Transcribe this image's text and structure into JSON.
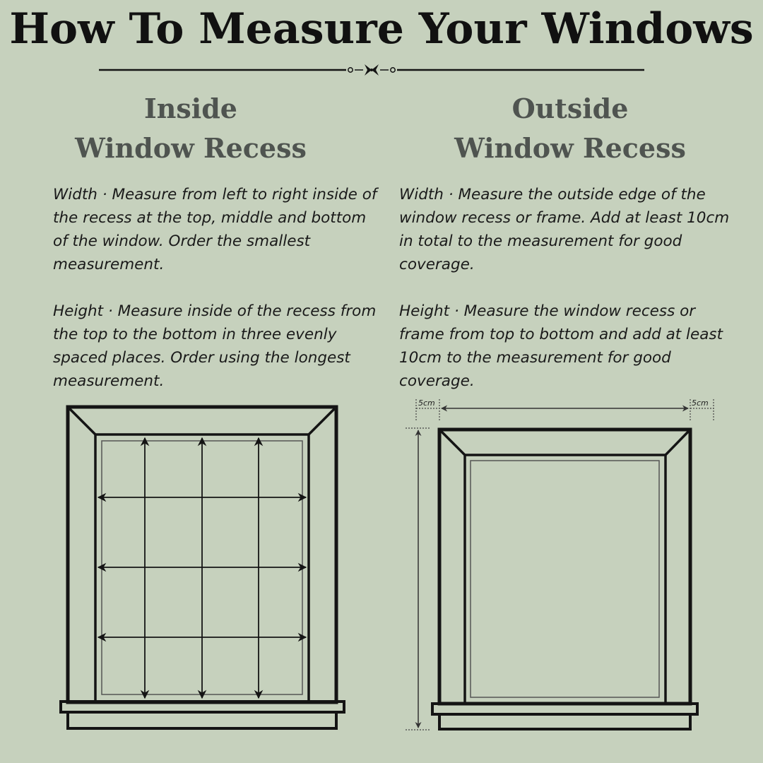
{
  "title": "How To Measure Your Windows",
  "inside": {
    "heading_line1": "Inside",
    "heading_line2": "Window Recess",
    "width_text": "Width · Measure from left to right inside of the recess at the top, middle and bottom of the window. Order the smallest measurement.",
    "height_text": "Height · Measure inside of the recess from the top to the bottom in three evenly spaced places. Order using the longest measurement."
  },
  "outside": {
    "heading_line1": "Outside",
    "heading_line2": "Window Recess",
    "width_text": "Width · Measure the outside edge of the window recess or frame. Add at least 10cm in total to the measurement for good coverage.",
    "height_text": "Height · Measure the window recess or frame from top to bottom and add at least 10cm to the measurement for good coverage.",
    "overhang_left_label": "5cm",
    "overhang_right_label": "5cm"
  },
  "colors": {
    "background": "#c6d1bd",
    "heading": "#4f5450",
    "line": "#141414"
  }
}
